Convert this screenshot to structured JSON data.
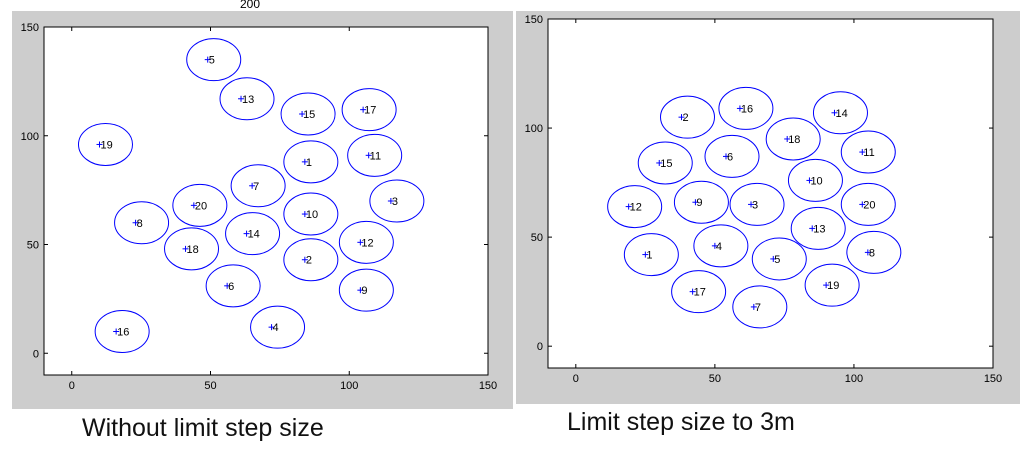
{
  "top_fragment": "200",
  "captions": {
    "left": "Without limit step size",
    "right": "Limit step size to 3m"
  },
  "colors": {
    "marker": "#0000ff",
    "frame": "#000000",
    "figure_bg": "#cdcdcd",
    "axes_bg": "#ffffff"
  },
  "chart_data": [
    {
      "type": "scatter",
      "marker": "+ with circle",
      "xlim": [
        -10,
        150
      ],
      "ylim": [
        -10,
        150
      ],
      "xticks": [
        0,
        50,
        100,
        150
      ],
      "yticks": [
        0,
        50,
        100,
        150
      ],
      "grid": false,
      "points": [
        {
          "label": "1",
          "x": 84,
          "y": 88
        },
        {
          "label": "2",
          "x": 84,
          "y": 43
        },
        {
          "label": "3",
          "x": 115,
          "y": 70
        },
        {
          "label": "4",
          "x": 72,
          "y": 12
        },
        {
          "label": "5",
          "x": 49,
          "y": 135
        },
        {
          "label": "6",
          "x": 56,
          "y": 31
        },
        {
          "label": "7",
          "x": 65,
          "y": 77
        },
        {
          "label": "8",
          "x": 23,
          "y": 60
        },
        {
          "label": "9",
          "x": 104,
          "y": 29
        },
        {
          "label": "10",
          "x": 84,
          "y": 64
        },
        {
          "label": "11",
          "x": 107,
          "y": 91
        },
        {
          "label": "12",
          "x": 104,
          "y": 51
        },
        {
          "label": "13",
          "x": 61,
          "y": 117
        },
        {
          "label": "14",
          "x": 63,
          "y": 55
        },
        {
          "label": "15",
          "x": 83,
          "y": 110
        },
        {
          "label": "16",
          "x": 16,
          "y": 10
        },
        {
          "label": "17",
          "x": 105,
          "y": 112
        },
        {
          "label": "18",
          "x": 41,
          "y": 48
        },
        {
          "label": "19",
          "x": 10,
          "y": 96
        },
        {
          "label": "20",
          "x": 44,
          "y": 68
        }
      ]
    },
    {
      "type": "scatter",
      "marker": "+ with circle",
      "xlim": [
        -10,
        150
      ],
      "ylim": [
        -10,
        150
      ],
      "xticks": [
        0,
        50,
        100,
        150
      ],
      "yticks": [
        0,
        50,
        100,
        150
      ],
      "grid": false,
      "points": [
        {
          "label": "1",
          "x": 25,
          "y": 42
        },
        {
          "label": "2",
          "x": 38,
          "y": 105
        },
        {
          "label": "3",
          "x": 63,
          "y": 65
        },
        {
          "label": "4",
          "x": 50,
          "y": 46
        },
        {
          "label": "5",
          "x": 71,
          "y": 40
        },
        {
          "label": "6",
          "x": 54,
          "y": 87
        },
        {
          "label": "7",
          "x": 64,
          "y": 18
        },
        {
          "label": "8",
          "x": 105,
          "y": 43
        },
        {
          "label": "9",
          "x": 43,
          "y": 66
        },
        {
          "label": "10",
          "x": 84,
          "y": 76
        },
        {
          "label": "11",
          "x": 103,
          "y": 89
        },
        {
          "label": "12",
          "x": 19,
          "y": 64
        },
        {
          "label": "13",
          "x": 85,
          "y": 54
        },
        {
          "label": "14",
          "x": 93,
          "y": 107
        },
        {
          "label": "15",
          "x": 30,
          "y": 84
        },
        {
          "label": "16",
          "x": 59,
          "y": 109
        },
        {
          "label": "17",
          "x": 42,
          "y": 25
        },
        {
          "label": "18",
          "x": 76,
          "y": 95
        },
        {
          "label": "19",
          "x": 90,
          "y": 28
        },
        {
          "label": "20",
          "x": 103,
          "y": 65
        }
      ]
    }
  ]
}
